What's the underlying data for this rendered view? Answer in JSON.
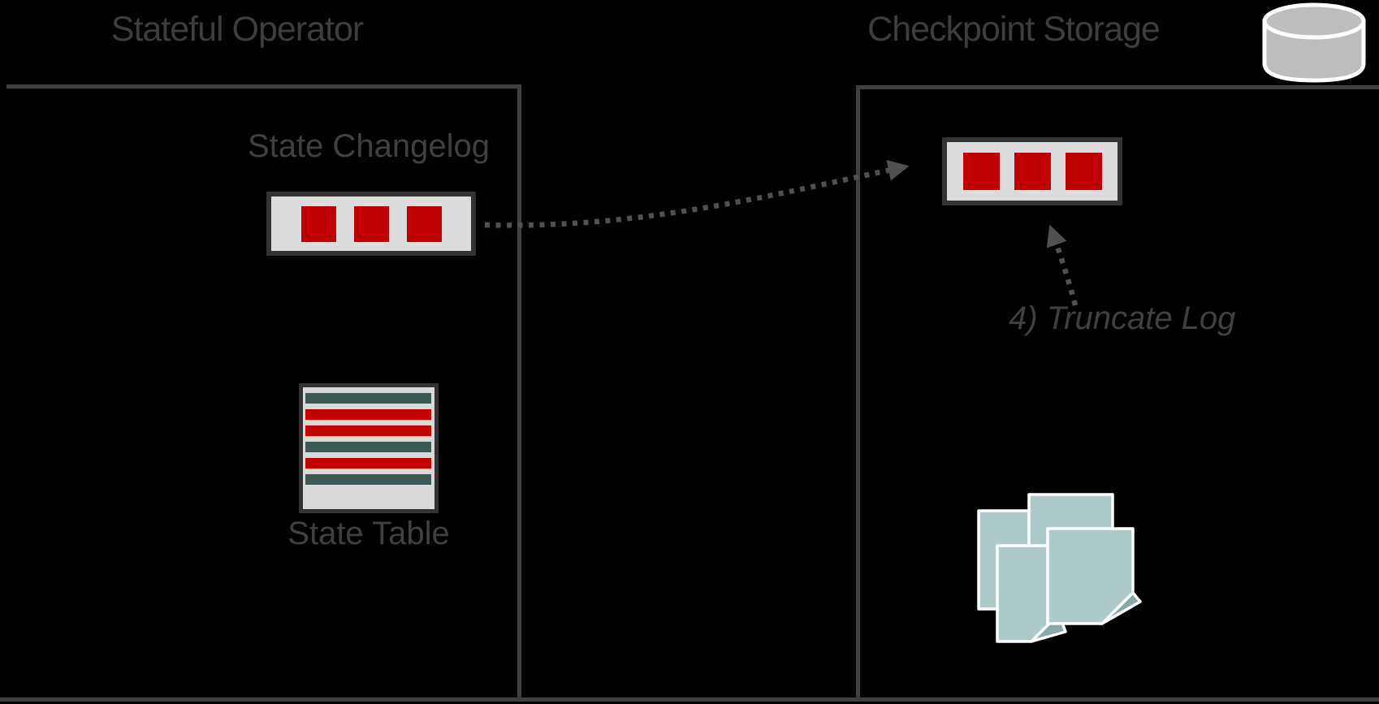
{
  "stateful_operator": {
    "title": "Stateful Operator",
    "state_changelog": {
      "label": "State Changelog",
      "segment_count": 3
    },
    "state_table": {
      "label": "State Table",
      "row_pattern": [
        "teal",
        "red",
        "red",
        "teal",
        "red",
        "teal"
      ]
    }
  },
  "checkpoint_storage": {
    "title": "Checkpoint Storage",
    "uploaded_changelog": {
      "segment_count": 3
    },
    "annotation": {
      "text": "4) Truncate Log"
    },
    "documents": {
      "single_count": 1,
      "stack_count": 4
    }
  },
  "icons": {
    "database": "database-icon",
    "document": "document-icon",
    "document_stack": "document-stack-icon",
    "arrow": "dotted-arrow"
  },
  "colors": {
    "background": "#000000",
    "panel_border": "#3f3f3f",
    "title_text": "#3e3e40",
    "label_text": "#414144",
    "box_fill": "#dcdcdc",
    "box_border": "#333333",
    "segment_red": "#c00000",
    "stripe_red": "#c60000",
    "stripe_teal": "#3c5956",
    "table_fill": "#d9d9d9",
    "doc_fill": "#adc8c8",
    "doc_fold": "#8ba8a8",
    "doc_stroke": "#ffffff",
    "arrow_gray": "#515151",
    "database_fill": "#bdbdbd"
  }
}
